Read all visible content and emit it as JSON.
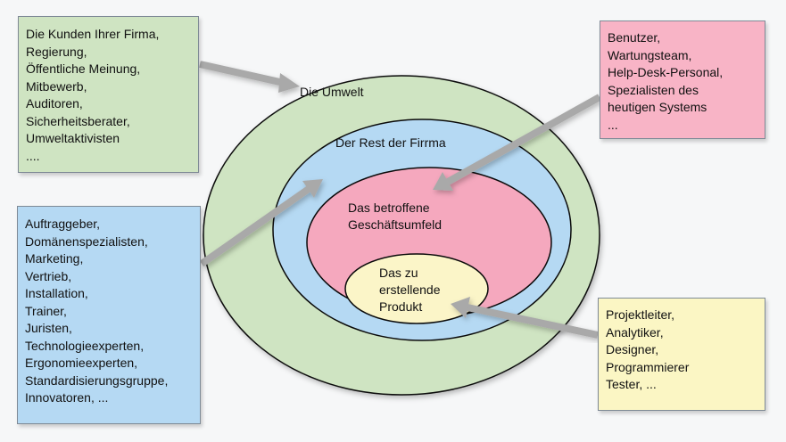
{
  "rings": {
    "environment": {
      "label": "Die Umwelt",
      "color": "#cfe4c2"
    },
    "rest_of_company": {
      "label": "Der Rest der Firrma",
      "color": "#b5d9f3"
    },
    "business_area": {
      "label_lines": [
        "Das betroffene",
        "Geschäftsumfeld"
      ],
      "color": "#f5a8be"
    },
    "product": {
      "label_lines": [
        "Das zu",
        "erstellende",
        "Produkt"
      ],
      "color": "#fbf5c8"
    }
  },
  "boxes": {
    "environment_stakeholders": {
      "lines": [
        "Die Kunden Ihrer Firma,",
        "Regierung,",
        "Öffentliche Meinung,",
        "Mitbewerb,",
        "Auditoren,",
        "Sicherheitsberater,",
        "Umweltaktivisten",
        "...."
      ],
      "color": "#cfe4c2"
    },
    "users": {
      "lines": [
        "Benutzer,",
        "Wartungsteam,",
        "Help-Desk-Personal,",
        "Spezialisten des",
        "heutigen Systems",
        " ..."
      ],
      "color": "#f8b4c6"
    },
    "business_stakeholders": {
      "lines": [
        "Auftraggeber,",
        "Domänenspezialisten,",
        "Marketing,",
        "Vertrieb,",
        "Installation,",
        "Trainer,",
        "Juristen,",
        "Technologieexperten,",
        "Ergonomieexperten,",
        "Standardisierungsgruppe,",
        "Innovatoren, ..."
      ],
      "color": "#b5d9f3"
    },
    "project_team": {
      "lines": [
        "Projektleiter,",
        "Analytiker,",
        "Designer,",
        "Programmierer",
        "Tester, ..."
      ],
      "color": "#fbf6c4"
    }
  },
  "colors": {
    "outline": "#0a0a0a",
    "arrow": "#a9a9a9",
    "box_border": "#7f8a96"
  }
}
